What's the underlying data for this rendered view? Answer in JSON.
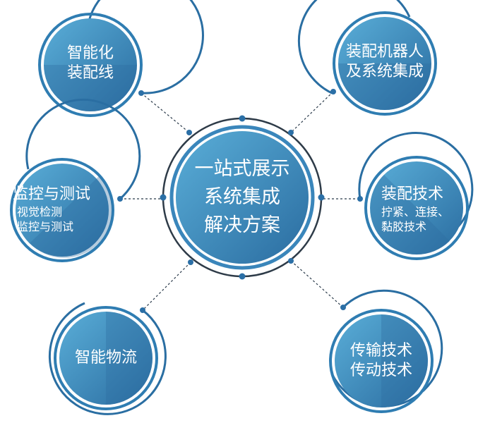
{
  "colors": {
    "ring_dark": "#1f5e8c",
    "ring_light": "#3b8cc0",
    "fill_dark": "#2f6fa3",
    "fill_light": "#4a9ecc",
    "connector": "#2a3a4a"
  },
  "center": {
    "lines": [
      "一站式展示",
      "系统集成",
      "解决方案"
    ]
  },
  "nodes": [
    {
      "id": "assembly-line",
      "lines": [
        "智能化",
        "装配线"
      ]
    },
    {
      "id": "robot-integration",
      "lines": [
        "装配机器人",
        "及系统集成"
      ]
    },
    {
      "id": "monitoring-testing",
      "title": "监控与测试",
      "sub": [
        "视觉检测",
        "监控与测试"
      ]
    },
    {
      "id": "assembly-tech",
      "title": "装配技术",
      "sub": [
        "拧紧、连接、",
        "黏胶技术"
      ]
    },
    {
      "id": "logistics",
      "lines": [
        "智能物流"
      ]
    },
    {
      "id": "transmission",
      "lines": [
        "传输技术",
        "传动技术"
      ]
    }
  ]
}
